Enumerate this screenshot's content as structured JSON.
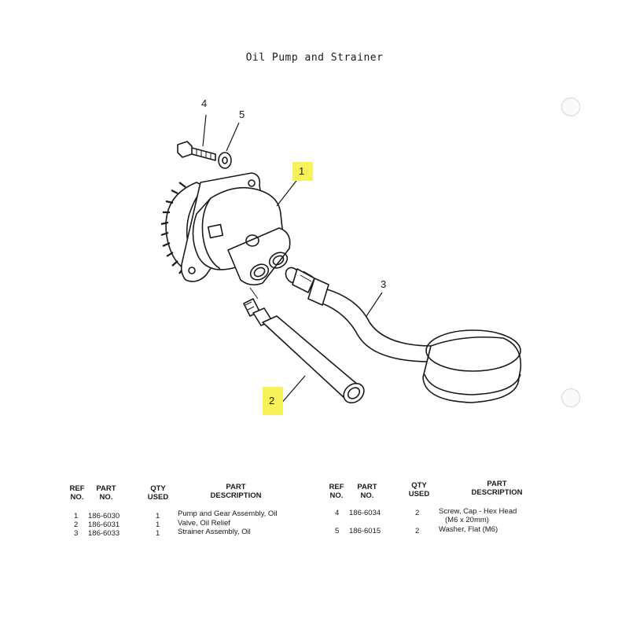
{
  "title": "Oil Pump and Strainer",
  "callouts": [
    "1",
    "2",
    "3",
    "4",
    "5"
  ],
  "table_headers": {
    "ref": [
      "REF",
      "NO."
    ],
    "part": [
      "PART",
      "NO."
    ],
    "qty": [
      "QTY",
      "USED"
    ],
    "desc": [
      "PART",
      "DESCRIPTION"
    ]
  },
  "left_rows": [
    {
      "ref": "1",
      "part": "186-6030",
      "qty": "1",
      "desc": "Pump and Gear Assembly, Oil"
    },
    {
      "ref": "2",
      "part": "186-6031",
      "qty": "1",
      "desc": "Valve, Oil Relief"
    },
    {
      "ref": "3",
      "part": "186-6033",
      "qty": "1",
      "desc": "Strainer Assembly, Oil"
    }
  ],
  "right_rows": [
    {
      "ref": "4",
      "part": "186-6034",
      "qty": "2",
      "desc": "Screw, Cap - Hex Head",
      "desc2": "(M6 x 20mm)"
    },
    {
      "ref": "5",
      "part": "186-6015",
      "qty": "2",
      "desc": "Washer, Flat (M6)",
      "desc2": ""
    }
  ],
  "highlight_color": "#f7f25a"
}
